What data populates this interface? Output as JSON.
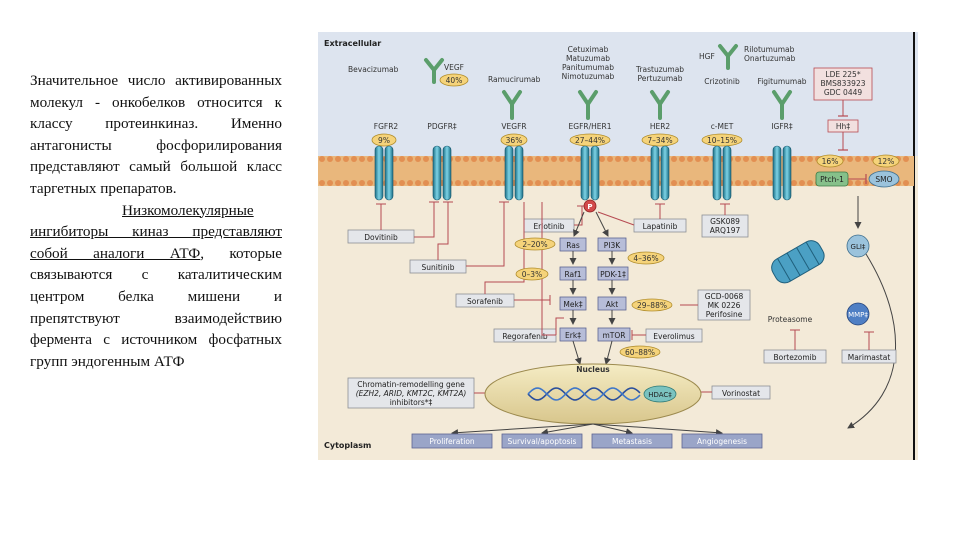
{
  "text": {
    "p1": "Значительное число активированных молекул - онкобелков относится к классу протеинкиназ. Именно антагонисты фосфорилирования представляют самый большой класс таргетных препаратов.",
    "p2_underlined": "Низкомолекулярные ингибиторы киназ представляют собой аналоги АТФ",
    "p2_rest": ", которые связываются с каталитическим центром белка мишени и препятствуют взаимодействию фермента с источником фосфатных групп эндогенным АТФ"
  },
  "diagram": {
    "compartments": {
      "extracellular": "Extracellular",
      "cytoplasm": "Cytoplasm",
      "nucleus": "Nucleus",
      "proteasome": "Proteasome"
    },
    "antibodies": {
      "bevacizumab": "Bevacizumab",
      "vegf": "VEGF",
      "vegf_pct": "40%",
      "ramucirumab": "Ramucirumab",
      "egfr_abs": [
        "Cetuximab",
        "Matuzumab",
        "Panitumumab",
        "Nimotuzumab"
      ],
      "her2_abs": [
        "Trastuzumab",
        "Pertuzumab"
      ],
      "hgf": "HGF",
      "met_abs": [
        "Rilotumumab",
        "Onartuzumab"
      ],
      "crizotinib": "Crizotinib",
      "figitumumab": "Figitumumab"
    },
    "receptors": [
      {
        "name": "FGFR2",
        "pct": "9%"
      },
      {
        "name": "PDGFR‡",
        "pct": ""
      },
      {
        "name": "VEGFR",
        "pct": "36%"
      },
      {
        "name": "EGFR/HER1",
        "pct": "27–44%"
      },
      {
        "name": "HER2",
        "pct": "7–34%"
      },
      {
        "name": "c-MET",
        "pct": "10–15%"
      },
      {
        "name": "IGFR‡",
        "pct": ""
      }
    ],
    "hedgehog": {
      "inhibitors": [
        "LDE 225*",
        "BMS833923",
        "GDC 0449"
      ],
      "hh": "Hh‡",
      "ptch_pct": "16%",
      "smo_pct": "12%",
      "ptch": "Ptch-1",
      "smo": "SMO",
      "gli": "GLI‡"
    },
    "drugs": {
      "dovitinib": "Dovitinib",
      "erlotinib": "Erlotinib",
      "lapatinib": "Lapatinib",
      "gsk": [
        "GSK089",
        "ARQ197"
      ],
      "sunitinib": "Sunitinib",
      "sorafenib": "Sorafenib",
      "regorafenib": "Regorafenib",
      "everolimus": "Everolimus",
      "akt_inhibitors": [
        "GCD-0068",
        "MK 0226",
        "Perifosine"
      ],
      "bortezomib": "Bortezomib",
      "marimastat": "Marimastat",
      "vorinostat": "Vorinostat",
      "chromatin": [
        "Chromatin-remodelling gene",
        "(EZH2, ARID, KMT2C, KMT2A)",
        "inhibitors*‡"
      ]
    },
    "nodes": {
      "p": "P",
      "ras": "Ras",
      "ras_pct": "2–20%",
      "pi3k": "PI3K",
      "pi3k_pct": "4–36%",
      "raf": "Raf1",
      "raf_pct": "0–3%",
      "pdk": "PDK-1‡",
      "mek": "Mek‡",
      "akt": "Akt",
      "akt_pct": "29–88%",
      "erk": "Erk‡",
      "mtor": "mTOR",
      "mtor_pct": "60–88%",
      "mmp": "MMP‡",
      "hdac": "HDAC‡"
    },
    "outcomes": [
      "Proliferation",
      "Survival/apoptosis",
      "Metastasis",
      "Angiogenesis"
    ]
  }
}
